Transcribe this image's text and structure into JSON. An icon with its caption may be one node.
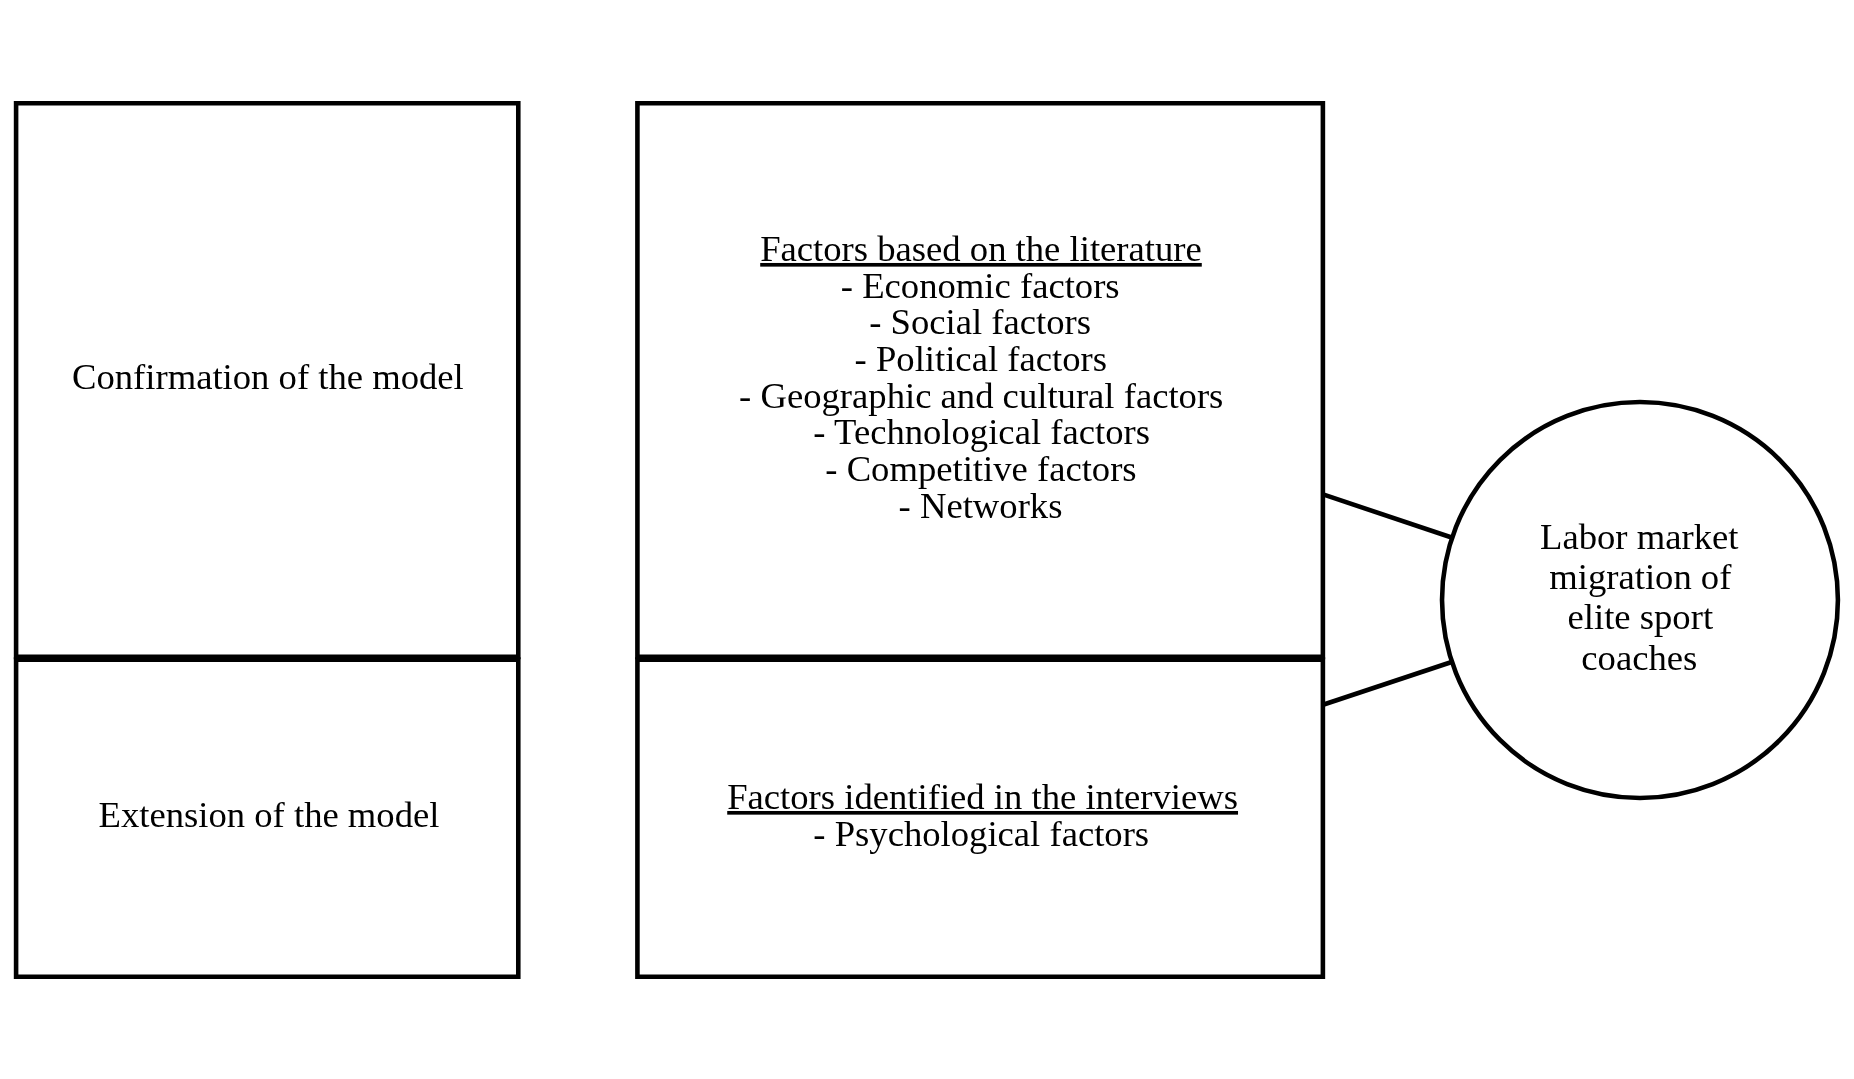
{
  "diagram": {
    "nodes": [
      {
        "text": [
          "Confirmation of the model"
        ]
      },
      {
        "text": [
          "Factors based on the literature",
          "- Economic factors",
          "- Social factors",
          "- Political factors",
          "- Geographic and cultural factors",
          "- Technological factors",
          "- Competitive factors",
          "- Networks"
        ]
      },
      {
        "text": [
          "Extension of the model"
        ]
      },
      {
        "text": [
          "Factors identified in the interviews",
          "- Psychological factors"
        ]
      },
      {
        "text": [
          "Labor market migration of elite sport coaches"
        ]
      }
    ],
    "edges": [
      {
        "from": 1,
        "to": 4,
        "arrow": "none"
      },
      {
        "from": 3,
        "to": 4,
        "arrow": "none"
      }
    ]
  }
}
